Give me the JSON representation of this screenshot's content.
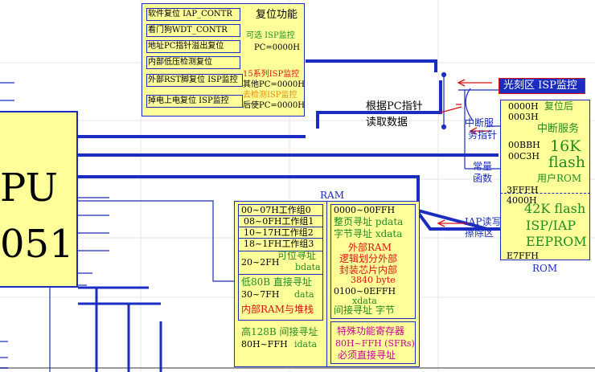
{
  "reset_panel": {
    "title": "复位功能",
    "items": [
      "软件复位 IAP_CONTR",
      "看门狗WDT_CONTR",
      "地址PC指针溢出复位",
      "内部低压检测复位",
      "外部RST脚复位 ISP监控",
      "掉电上电复位 ISP监控"
    ],
    "optional_isp": "可选 ISP监控",
    "pc_zero": "PC=0000H",
    "series15_isp": "15系列ISP监控",
    "other_pc": "其他PC=0000H",
    "detect_isp": "去检测ISP监控",
    "after_pc": "后使PC=0000H"
  },
  "cpu": {
    "line1": "PU",
    "line2": "051"
  },
  "labels": {
    "pc_read": "根据PC指针",
    "read_data": "读取数据",
    "interrupt_vec1": "中断服",
    "interrupt_vec2": "务指针",
    "const1": "常量",
    "const2": "函数",
    "iap_rw1": "IAP读写",
    "iap_rw2": "擦除区"
  },
  "isp_banner": "光刻区 ISP监控",
  "rom": {
    "caption": "ROM",
    "a0000": "0000H",
    "reset_after": "复位后",
    "a0003": "0003H",
    "interrupt_service": "中断服务",
    "a00bb": "00BBH",
    "k16": "16K",
    "flash": "flash",
    "a00c3": "00C3H",
    "user_rom": "用户ROM",
    "a3fff": "3FFFH",
    "a4000": "4000H",
    "k42": "42K flash",
    "isp_iap": "ISP/IAP",
    "eeprom": "EEPROM",
    "ae7ff": "E7FFH"
  },
  "ram": {
    "caption": "RAM",
    "bank0": "00~07H工作组0",
    "bank1": "08~0FH工作组1",
    "bank2": "10~17H工作组2",
    "bank3": "18~1FH工作组3",
    "bit1": "可位寻址",
    "bit_range": "20~2FH",
    "bdata": "bdata",
    "low128": "低80B  直接寻址",
    "low_range": "30~7FH",
    "data": "data",
    "internal_stack": "内部RAM与堆栈",
    "high128": "高128B 间接寻址",
    "high_range": "80H~FFH",
    "idata": "idata",
    "x_range": "0000~00FFH",
    "page_addr": "整页寻址 pdata",
    "byte_addr": "字节寻址 xdata",
    "ext_ram": "外部RAM",
    "logic1": "逻辑划分外部",
    "logic2": "封装芯片内部",
    "bytes3840": "3840 byte",
    "x_range2": "0100~0EFFH",
    "xdata": "xdata",
    "indirect_byte": "间接寻址 字节",
    "sfr1": "特殊功能寄存器",
    "sfr2": "80H~FFH  (SFRs)",
    "sfr3": "必须直接寻址"
  }
}
